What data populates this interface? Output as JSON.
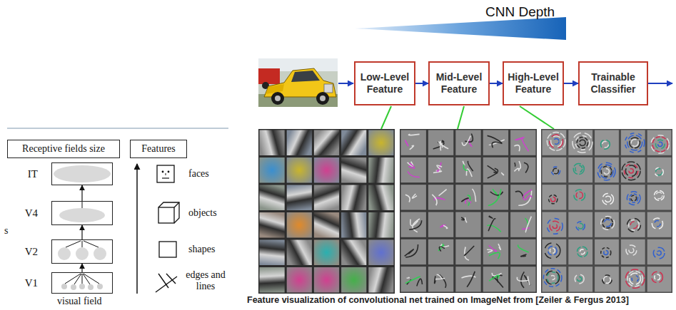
{
  "diagram": {
    "caption": "Feature visualization of convolutional net trained on ImageNet from [Zeiler & Fergus 2013]",
    "nodes": [
      {
        "text": [
          "Receptive fields size"
        ]
      },
      {
        "text": [
          "Features"
        ]
      },
      {
        "text": [
          "IT"
        ]
      },
      {
        "text": [
          "V4"
        ]
      },
      {
        "text": [
          "V2"
        ]
      },
      {
        "text": [
          "V1"
        ]
      },
      {
        "text": [
          "Low-Level Feature"
        ]
      },
      {
        "text": [
          "Mid-Level Feature"
        ]
      },
      {
        "text": [
          "High-Level Feature"
        ]
      },
      {
        "text": [
          "Trainable Classifier"
        ]
      }
    ],
    "edges": [
      {
        "from": 5,
        "to": 4,
        "arrow": "to"
      },
      {
        "from": 4,
        "to": 3,
        "arrow": "to"
      },
      {
        "from": 3,
        "to": 2,
        "arrow": "to"
      },
      {
        "from": 6,
        "to": 7,
        "arrow": "to"
      },
      {
        "from": 7,
        "to": 8,
        "arrow": "to"
      },
      {
        "from": 8,
        "to": 9,
        "arrow": "to"
      }
    ],
    "labels": [
      "s",
      "visual field",
      "faces",
      "objects",
      "shapes",
      "edges and lines",
      "CNN Depth"
    ]
  }
}
